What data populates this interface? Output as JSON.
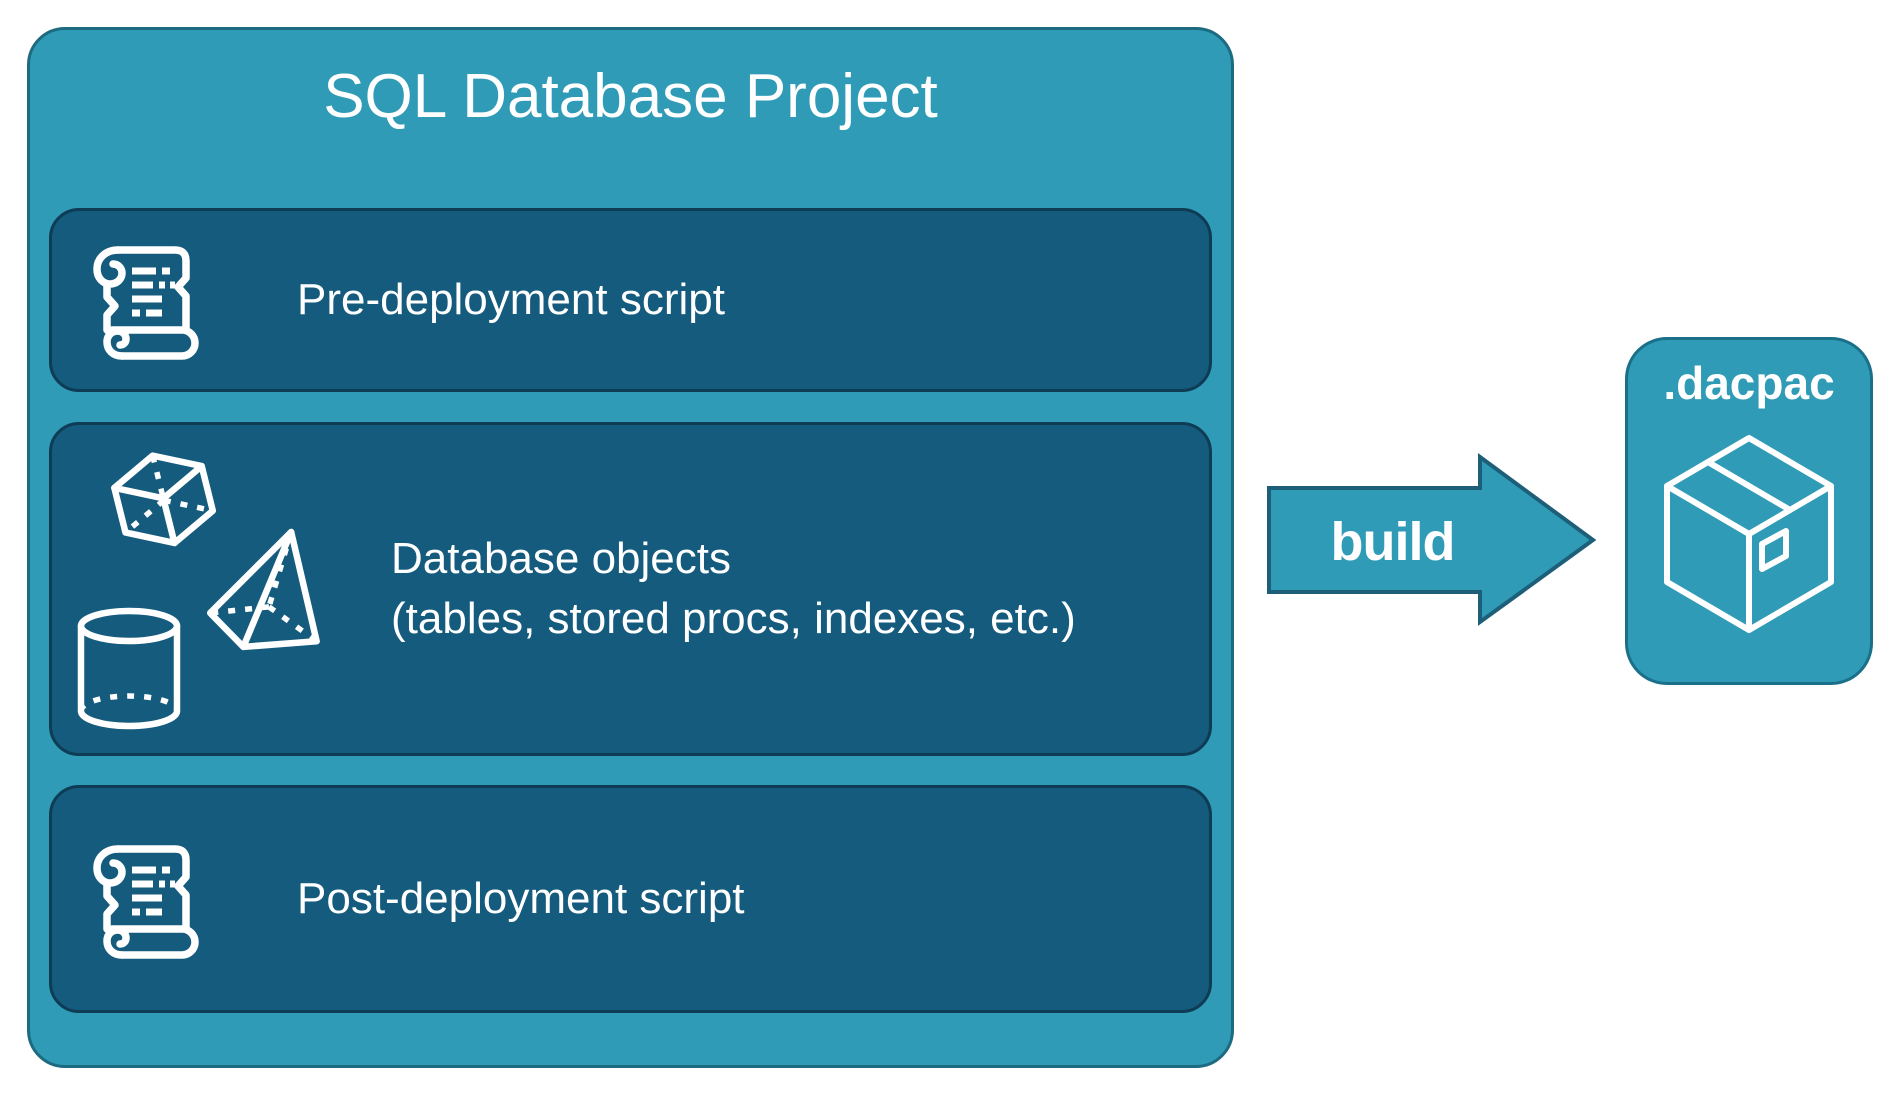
{
  "colors": {
    "container_fill": "#2F9BB6",
    "container_border": "#1D6B80",
    "panel_fill": "#155B7D",
    "panel_border": "#0E3C55",
    "arrow_fill": "#2F9BB6",
    "arrow_border": "#1D5F78",
    "dacpac_fill": "#2F9BB6",
    "dacpac_border": "#1A7089",
    "text": "#FFFFFF"
  },
  "project": {
    "title": "SQL Database Project",
    "panels": [
      {
        "icon": "scroll-icon",
        "label": "Pre-deployment script"
      },
      {
        "icon": "database-shapes-icon",
        "label": "Database objects",
        "sublabel": "(tables, stored procs, indexes, etc.)"
      },
      {
        "icon": "scroll-icon",
        "label": "Post-deployment script"
      }
    ]
  },
  "arrow": {
    "label": "build"
  },
  "output": {
    "icon": "package-icon",
    "label": ".dacpac"
  }
}
